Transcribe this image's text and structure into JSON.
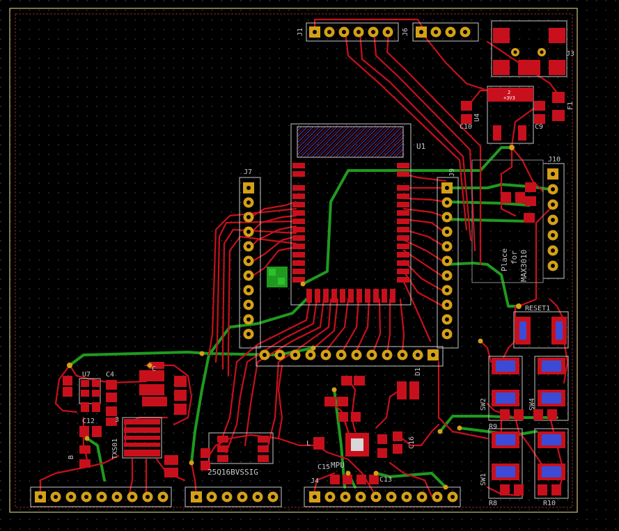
{
  "colors": {
    "background": "#000000",
    "grid_dot": "#3a3a3a",
    "edge_cuts": "#c9c07a",
    "courtyard": "#8a2a2a",
    "front_copper": "#c8101c",
    "back_copper": "#1f9a1f",
    "pad_thru": "#d4a017",
    "silkscreen": "#c8c8c8",
    "antenna_keepout": "#3b4bd8"
  },
  "labels": {
    "J1": "J1",
    "J3": "J3",
    "J4": "J4",
    "J6": "J6",
    "J7": "J7",
    "J9": "J9",
    "J10": "J10",
    "U1": "U1",
    "U4": "U4",
    "U7": "U7",
    "C4": "C4",
    "C9": "C9",
    "C10": "C10",
    "C12": "C12",
    "C15": "C15",
    "C16": "C16",
    "F1": "F1",
    "D1": "D1",
    "SW1": "SW1",
    "SW2": "SW2",
    "SW4": "SW4",
    "R8": "R8",
    "R9": "R9",
    "R10": "R10",
    "RESET1": "RESET1",
    "TXS01": "TXS01",
    "flash": "25Q16BVSSIG",
    "imu": "MPU",
    "max_note_1": "Place",
    "max_note_2": "for",
    "max_note_3": "MAX3010",
    "vreg_line1": "2",
    "vreg_line2": "+3V3",
    "frag_c": "C",
    "frag_b": "B",
    "frag_l": "L",
    "frag_3": "3",
    "frag_r9b": "R9",
    "frag_c13": "C13",
    "frag_r8b": "R8"
  }
}
